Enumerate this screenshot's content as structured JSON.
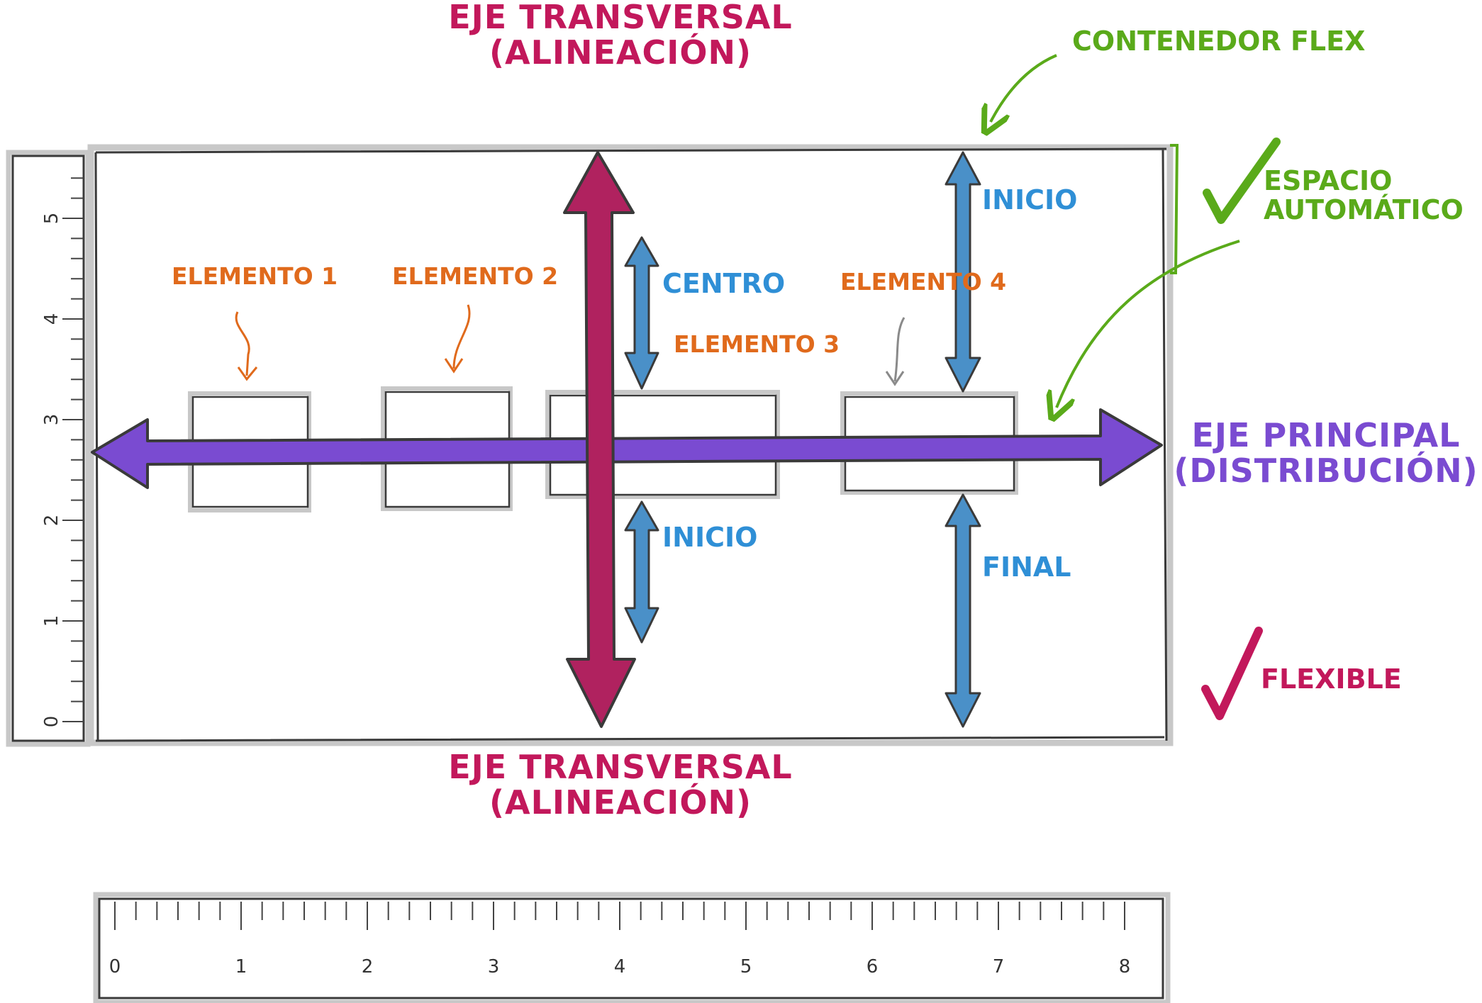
{
  "labels": {
    "cross_axis_top": [
      "EJE TRANSVERSAL",
      "(ALINEACIÓN)"
    ],
    "cross_axis_bottom": [
      "EJE TRANSVERSAL",
      "(ALINEACIÓN)"
    ],
    "main_axis": [
      "EJE PRINCIPAL",
      "(DISTRIBUCIÓN)"
    ],
    "flex_container": "CONTENEDOR FLEX",
    "auto_space": [
      "ESPACIO",
      "AUTOMÁTICO"
    ],
    "flexible": "FLEXIBLE",
    "element_1": "ELEMENTO 1",
    "element_2": "ELEMENTO 2",
    "element_3": "ELEMENTO 3",
    "element_4": "ELEMENTO 4",
    "center": "CENTRO",
    "start_top": "INICIO",
    "start_mid": "INICIO",
    "end": "FINAL"
  },
  "rulers": {
    "vertical_ticks": [
      "0",
      "1",
      "2",
      "3",
      "4",
      "5"
    ],
    "horizontal_ticks": [
      "0",
      "1",
      "2",
      "3",
      "4",
      "5",
      "6",
      "7",
      "8"
    ]
  },
  "colors": {
    "cross_axis": "#b0225f",
    "main_axis": "#7a4bd1",
    "container": "#5aaa1a",
    "elements": "#e06a1c",
    "alignment": "#4a90c8",
    "outline": "#3a3a3a"
  },
  "icons": [
    "checkmark-icon",
    "curved-arrow-icon"
  ]
}
